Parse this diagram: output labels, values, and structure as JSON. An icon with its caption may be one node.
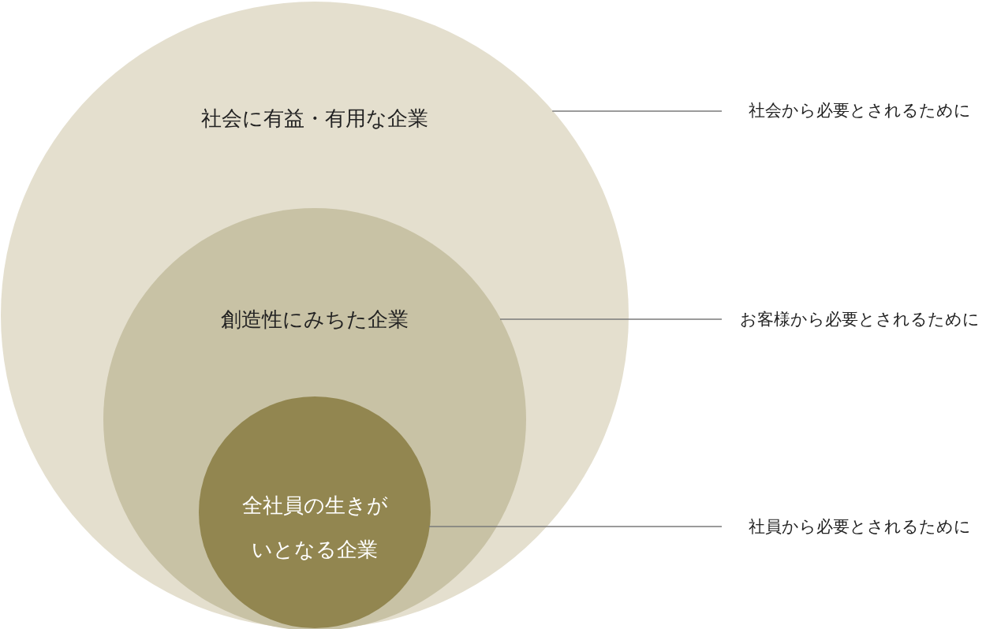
{
  "diagram": {
    "nodes": [
      {
        "text": [
          "社会に有益・有用な企業"
        ]
      },
      {
        "text": [
          "創造性にみちた企業"
        ],
        "in": 0
      },
      {
        "text": [
          "全社員の生きがいとなる企業"
        ],
        "in": 1
      },
      {
        "text": [
          "社会から必要とされるために"
        ]
      },
      {
        "text": [
          "お客様から必要とされるために"
        ]
      },
      {
        "text": [
          "社員から必要とされるために"
        ]
      }
    ],
    "edges": [
      {
        "from": 0,
        "to": 3,
        "arrow": "none"
      },
      {
        "from": 1,
        "to": 4,
        "arrow": "none"
      },
      {
        "from": 2,
        "to": 5,
        "arrow": "none"
      }
    ]
  }
}
